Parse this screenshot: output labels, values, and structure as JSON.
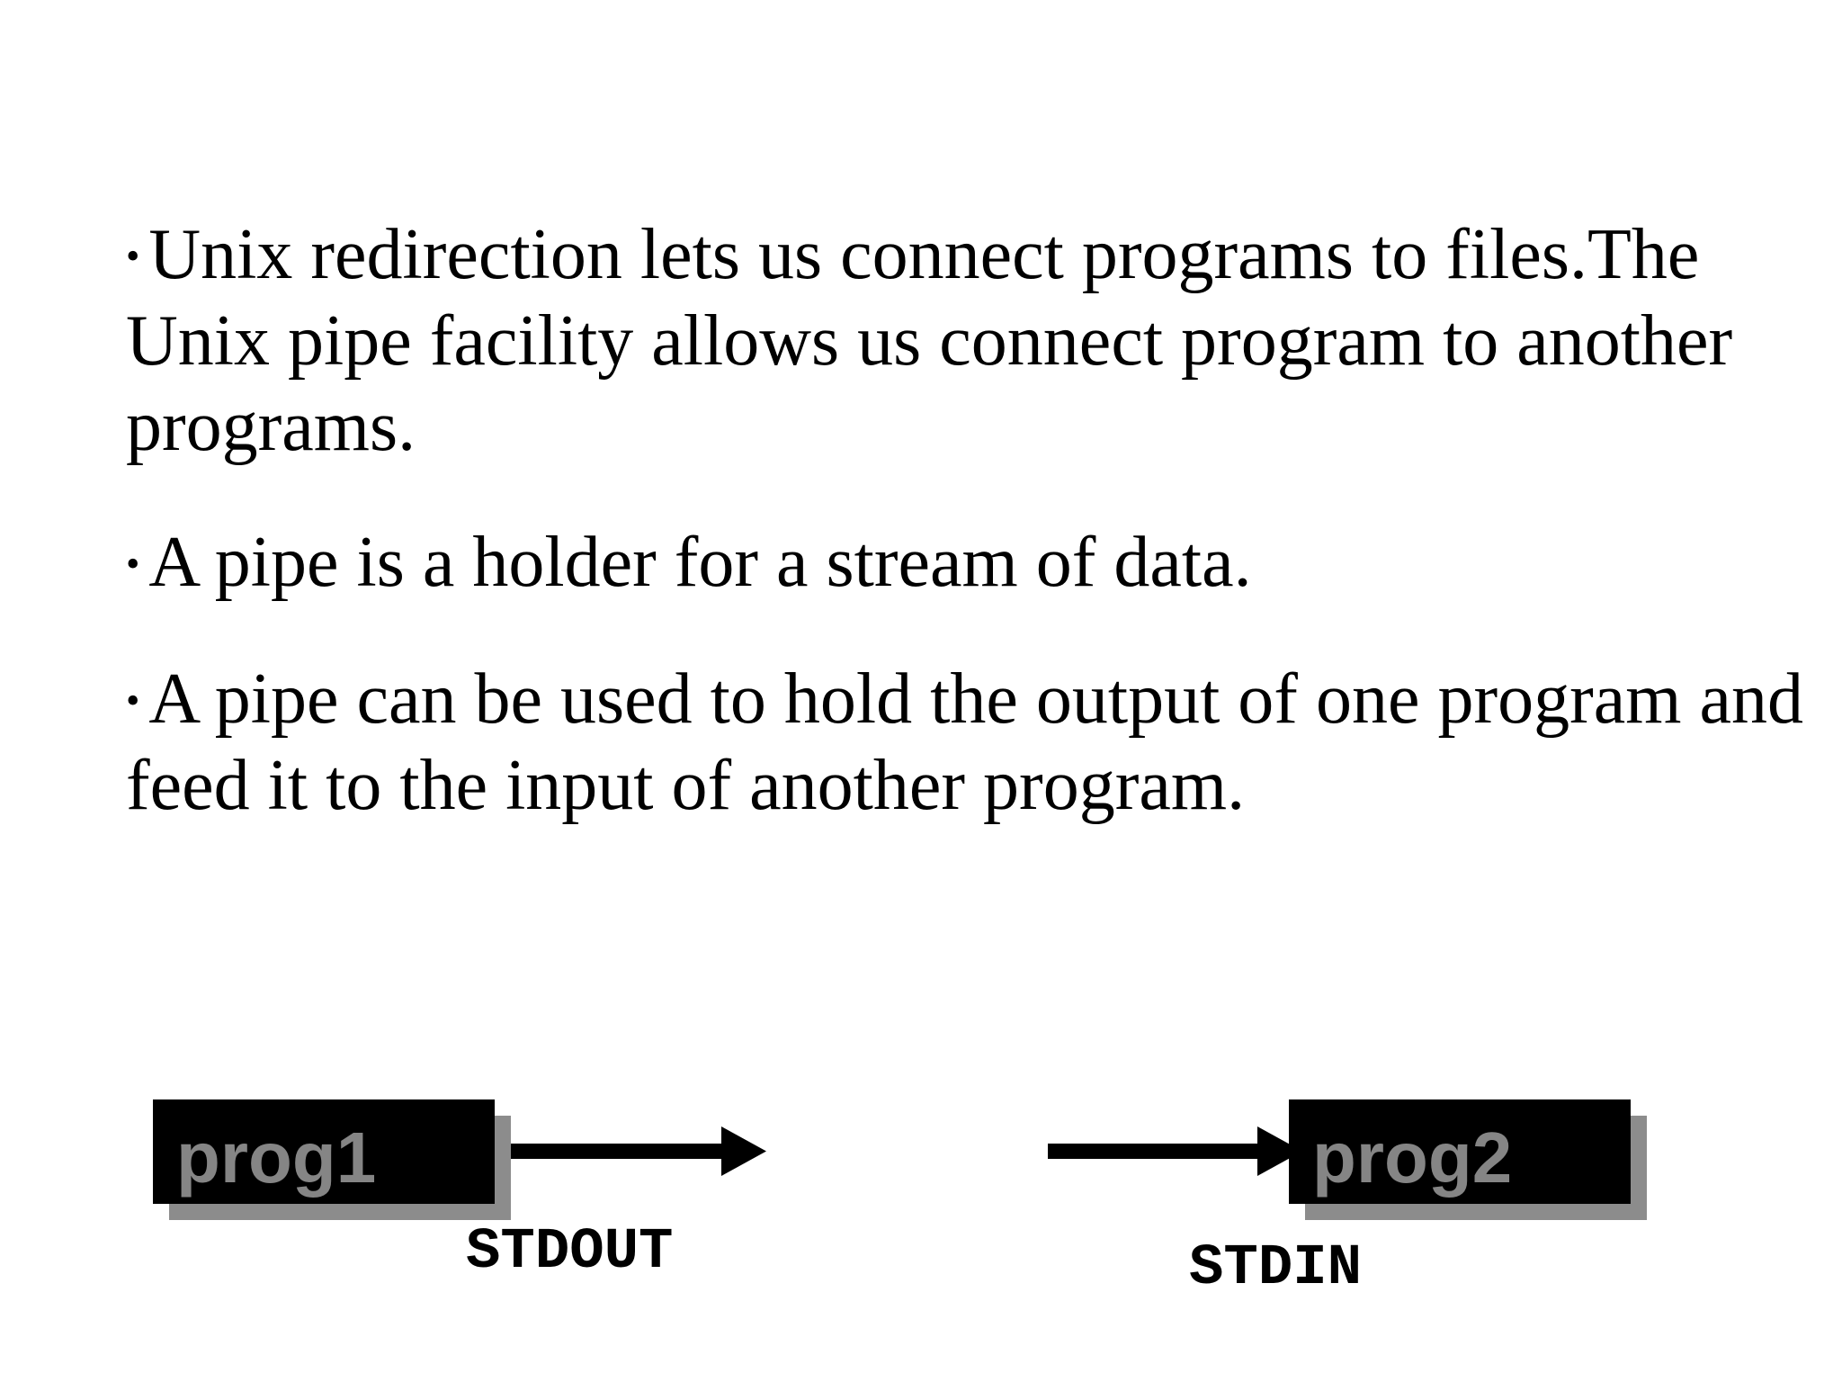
{
  "slide": {
    "background": "#ffffff",
    "text_color": "#000000",
    "bullet_char": "•",
    "bullets": [
      {
        "lines": [
          "Unix redirection lets us connect programs to files.The",
          "Unix pipe facility allows us connect program to another",
          "programs."
        ]
      },
      {
        "lines": [
          "A pipe is a holder for a stream of data."
        ]
      },
      {
        "lines": [
          "A pipe can be used to hold the output of one program and",
          "feed it to the input of another program."
        ]
      }
    ],
    "diagram": {
      "prog1_label": "prog1",
      "prog2_label": "prog2",
      "stdout_label": "STDOUT",
      "stdin_label": "STDIN",
      "box_fill": "#000000",
      "box_text_color": "#858585",
      "shadow_color": "#8c8c8c",
      "arrow_color": "#000000"
    }
  }
}
